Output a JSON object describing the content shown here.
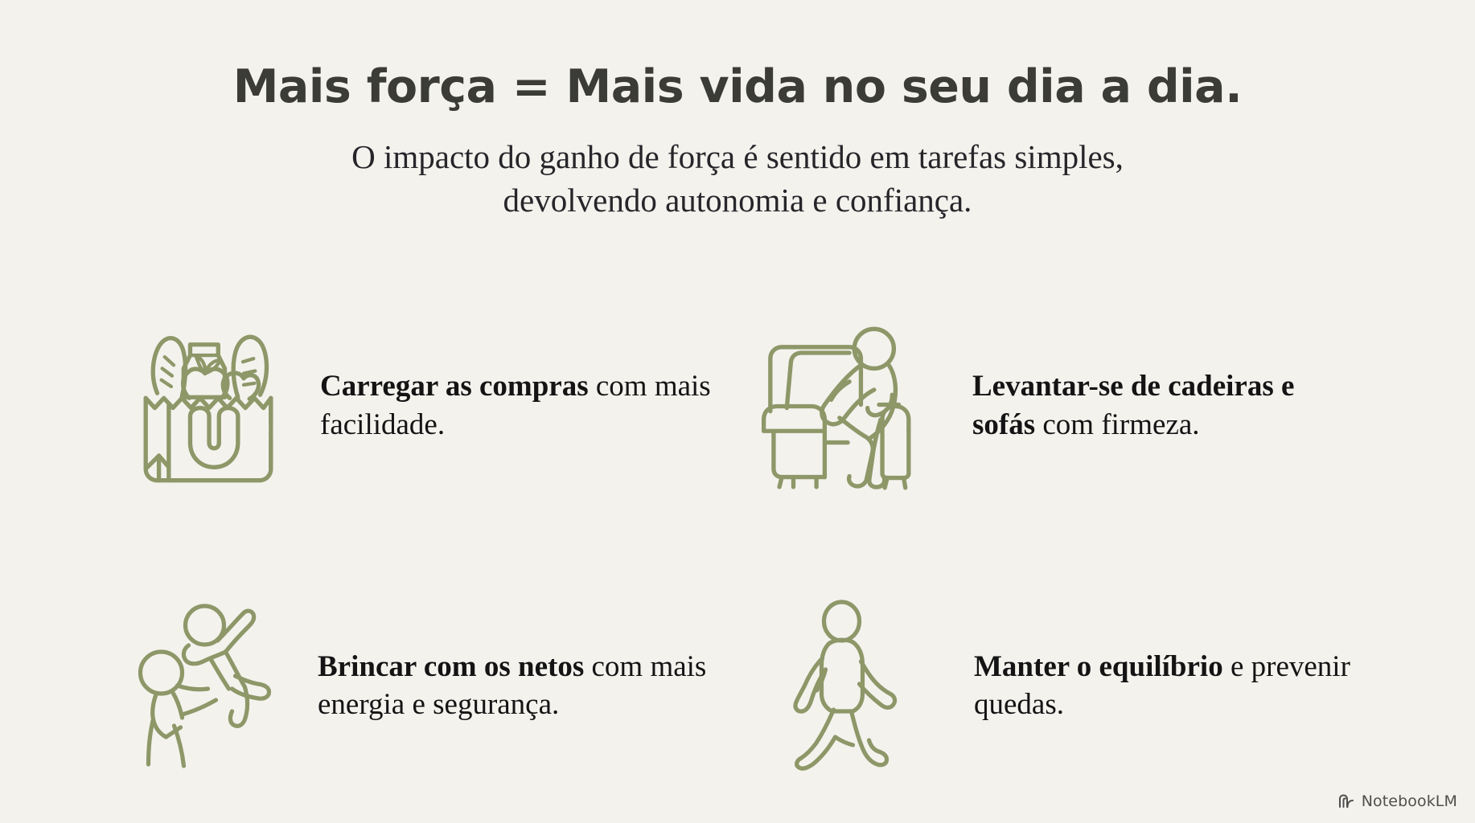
{
  "slide": {
    "background_color": "#f4f2ed",
    "title": "Mais força = Mais vida no seu dia a dia.",
    "title_color": "#3b3b38",
    "subtitle_line1": "O impacto do ganho de força é sentido em tarefas simples,",
    "subtitle_line2": "devolvendo autonomia e confiança.",
    "subtitle_color": "#26262a",
    "accent_color": "#8d9768"
  },
  "benefits": [
    {
      "icon_name": "grocery-bag-icon",
      "bold": "Carregar as compras",
      "rest": " com mais facilidade."
    },
    {
      "icon_name": "person-standing-up-from-armchair-icon",
      "bold": "Levantar-se de cadeiras e sofás",
      "rest": " com firmeza."
    },
    {
      "icon_name": "adult-lifting-child-icon",
      "bold": "Brincar com os netos",
      "rest": " com mais energia e segurança."
    },
    {
      "icon_name": "walking-person-icon",
      "bold": "Manter o equilíbrio",
      "rest": " e prevenir quedas."
    }
  ],
  "watermark": {
    "label": "NotebookLM",
    "icon_name": "notebooklm-spiral-icon"
  }
}
